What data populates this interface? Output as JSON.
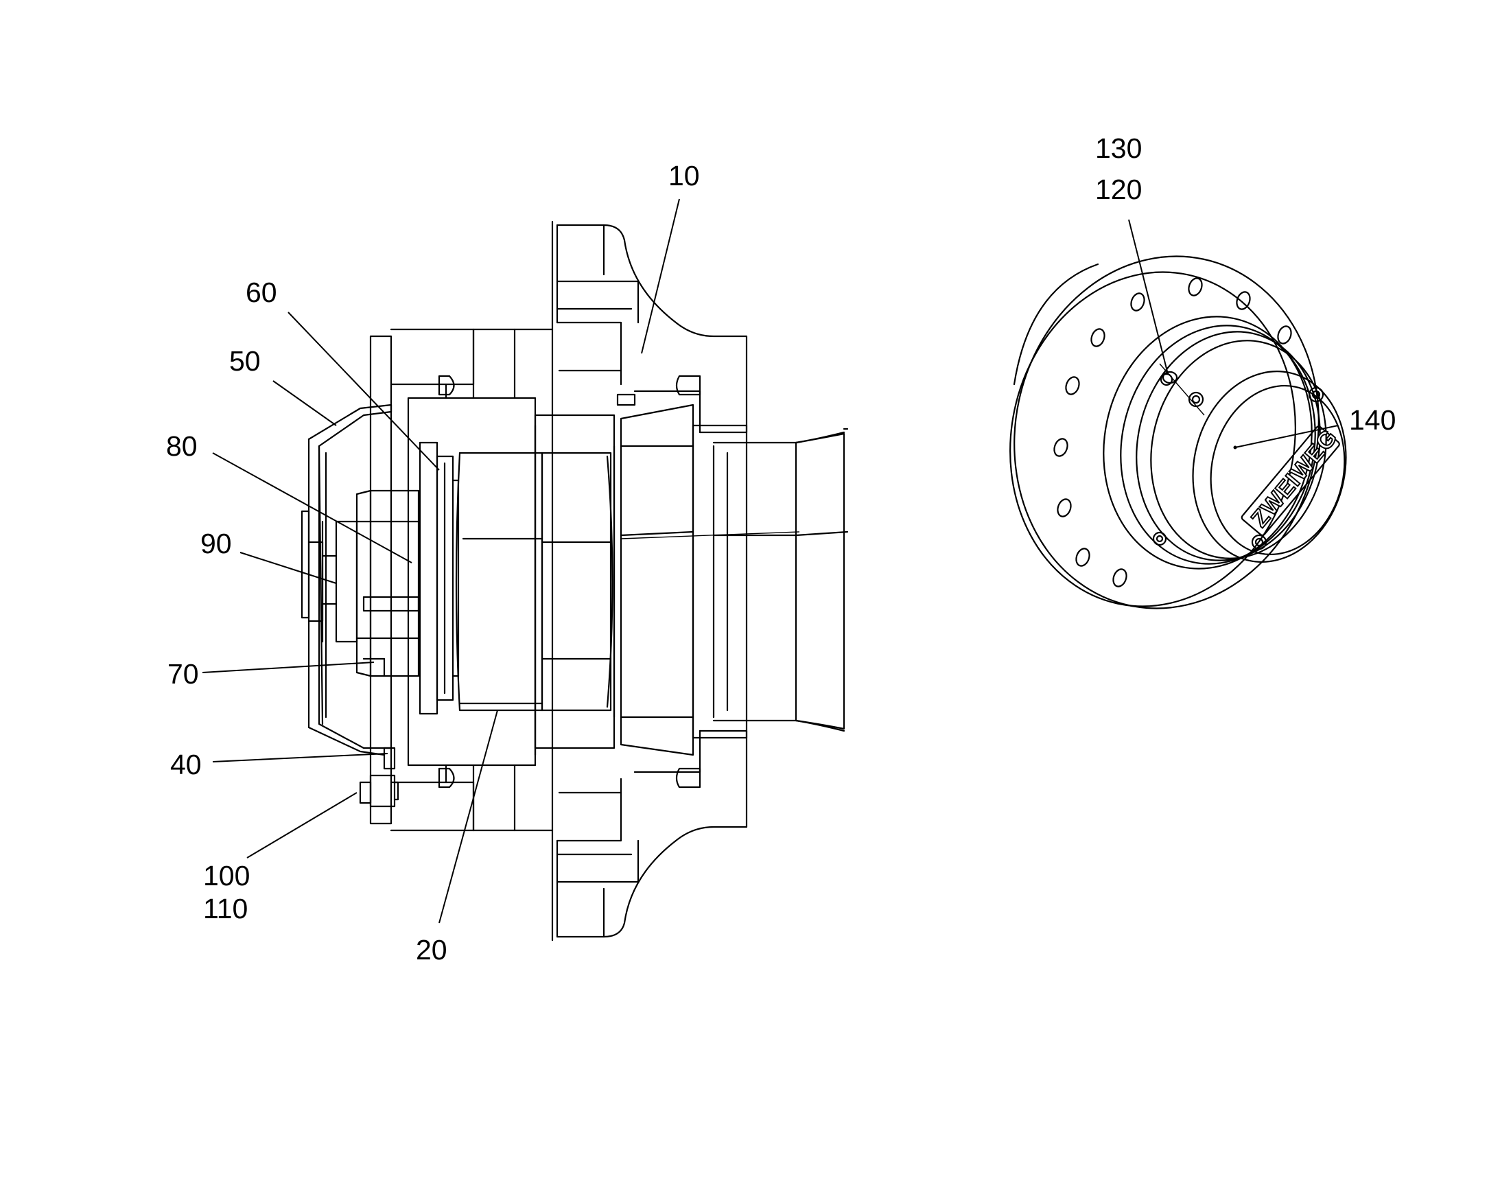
{
  "figure": {
    "reference_numerals": {
      "r10": "10",
      "r20": "20",
      "r40": "40",
      "r50": "50",
      "r60": "60",
      "r70": "70",
      "r80": "80",
      "r90": "90",
      "r100": "100",
      "r110": "110",
      "r120": "120",
      "r130": "130",
      "r140": "140"
    },
    "logo_text": "ZWEIWEG"
  }
}
